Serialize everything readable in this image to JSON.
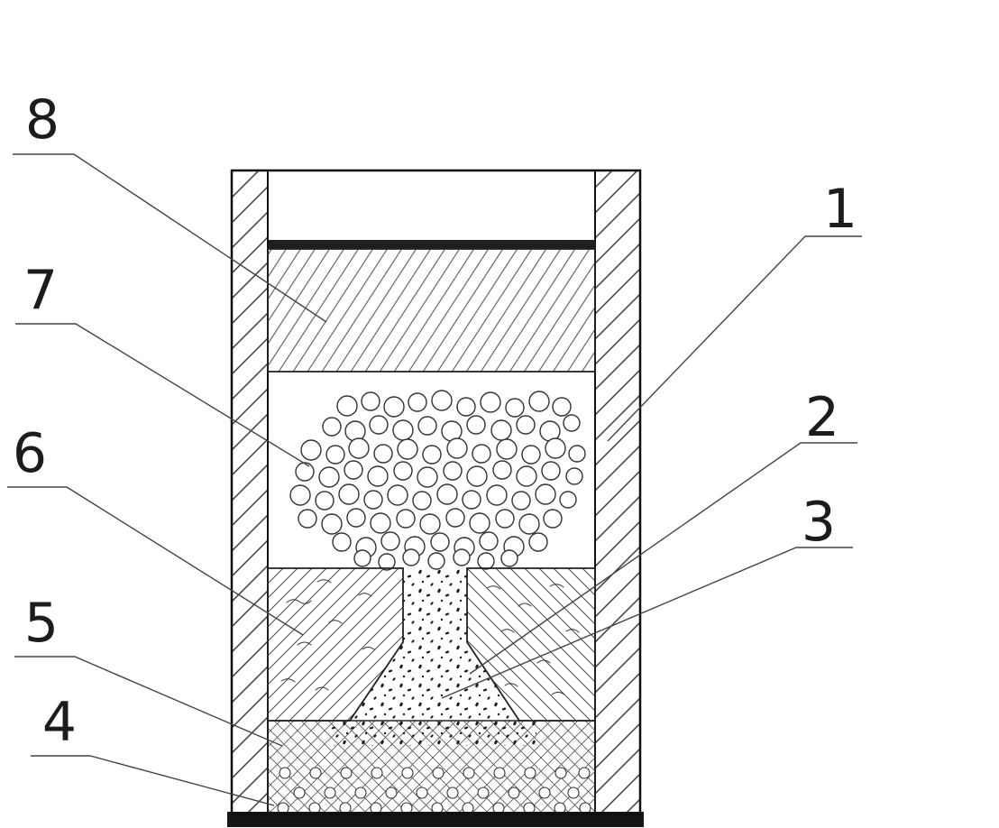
{
  "figure": {
    "paper_color": "#ffffff",
    "ink_color": "#1a1a1a",
    "labels": {
      "n1": "1",
      "n2": "2",
      "n3": "3",
      "n4": "4",
      "n5": "5",
      "n6": "6",
      "n7": "7",
      "n8": "8"
    }
  }
}
